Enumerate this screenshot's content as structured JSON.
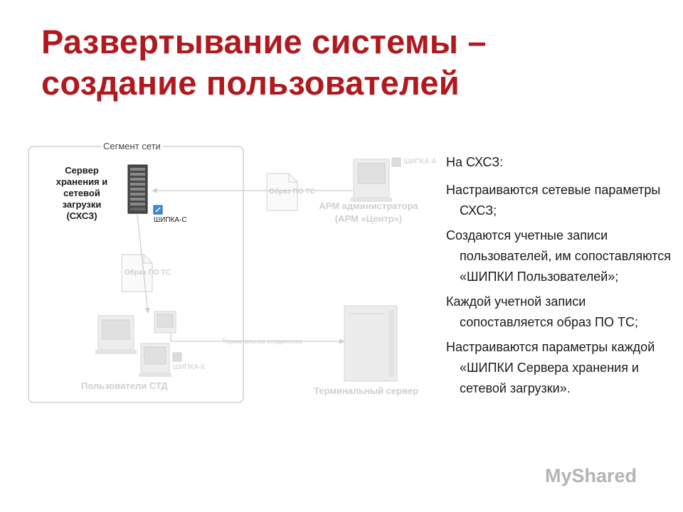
{
  "slide": {
    "title_line1": "Развертывание системы –",
    "title_line2": "создание пользователей"
  },
  "diagram": {
    "segment_label": "Сегмент сети",
    "storage_server_label": "Сервер хранения и сетевой загрузки (СХСЗ)",
    "key_c": "ШИПКА-С",
    "image_to_server": "Образ ПО ТС",
    "image_to_users": "Образ ПО ТС",
    "admin_key": "ШИПКА-А",
    "admin_workstation": "АРМ администратора (АРМ «Центр»)",
    "terminal_connection": "Терминальное соединение",
    "user_key": "ШИПКА-К",
    "users_label": "Пользователи СТД",
    "terminal_server_label": "Терминальный сервер"
  },
  "content": {
    "heading": "На СХСЗ:",
    "items": [
      "Настраиваются сетевые параметры СХСЗ;",
      "Создаются учетные записи пользователей, им сопоставляются «ШИПКИ Пользователей»;",
      "Каждой учетной записи сопоставляется образ ПО ТС;",
      "Настраиваются параметры каждой «ШИПКИ Сервера хранения и сетевой загрузки»."
    ]
  },
  "watermark": {
    "text": "MyShared"
  },
  "colors": {
    "title": "#b0191e",
    "faded": "#cfcfcf",
    "segment_border": "#d0d0d0"
  }
}
